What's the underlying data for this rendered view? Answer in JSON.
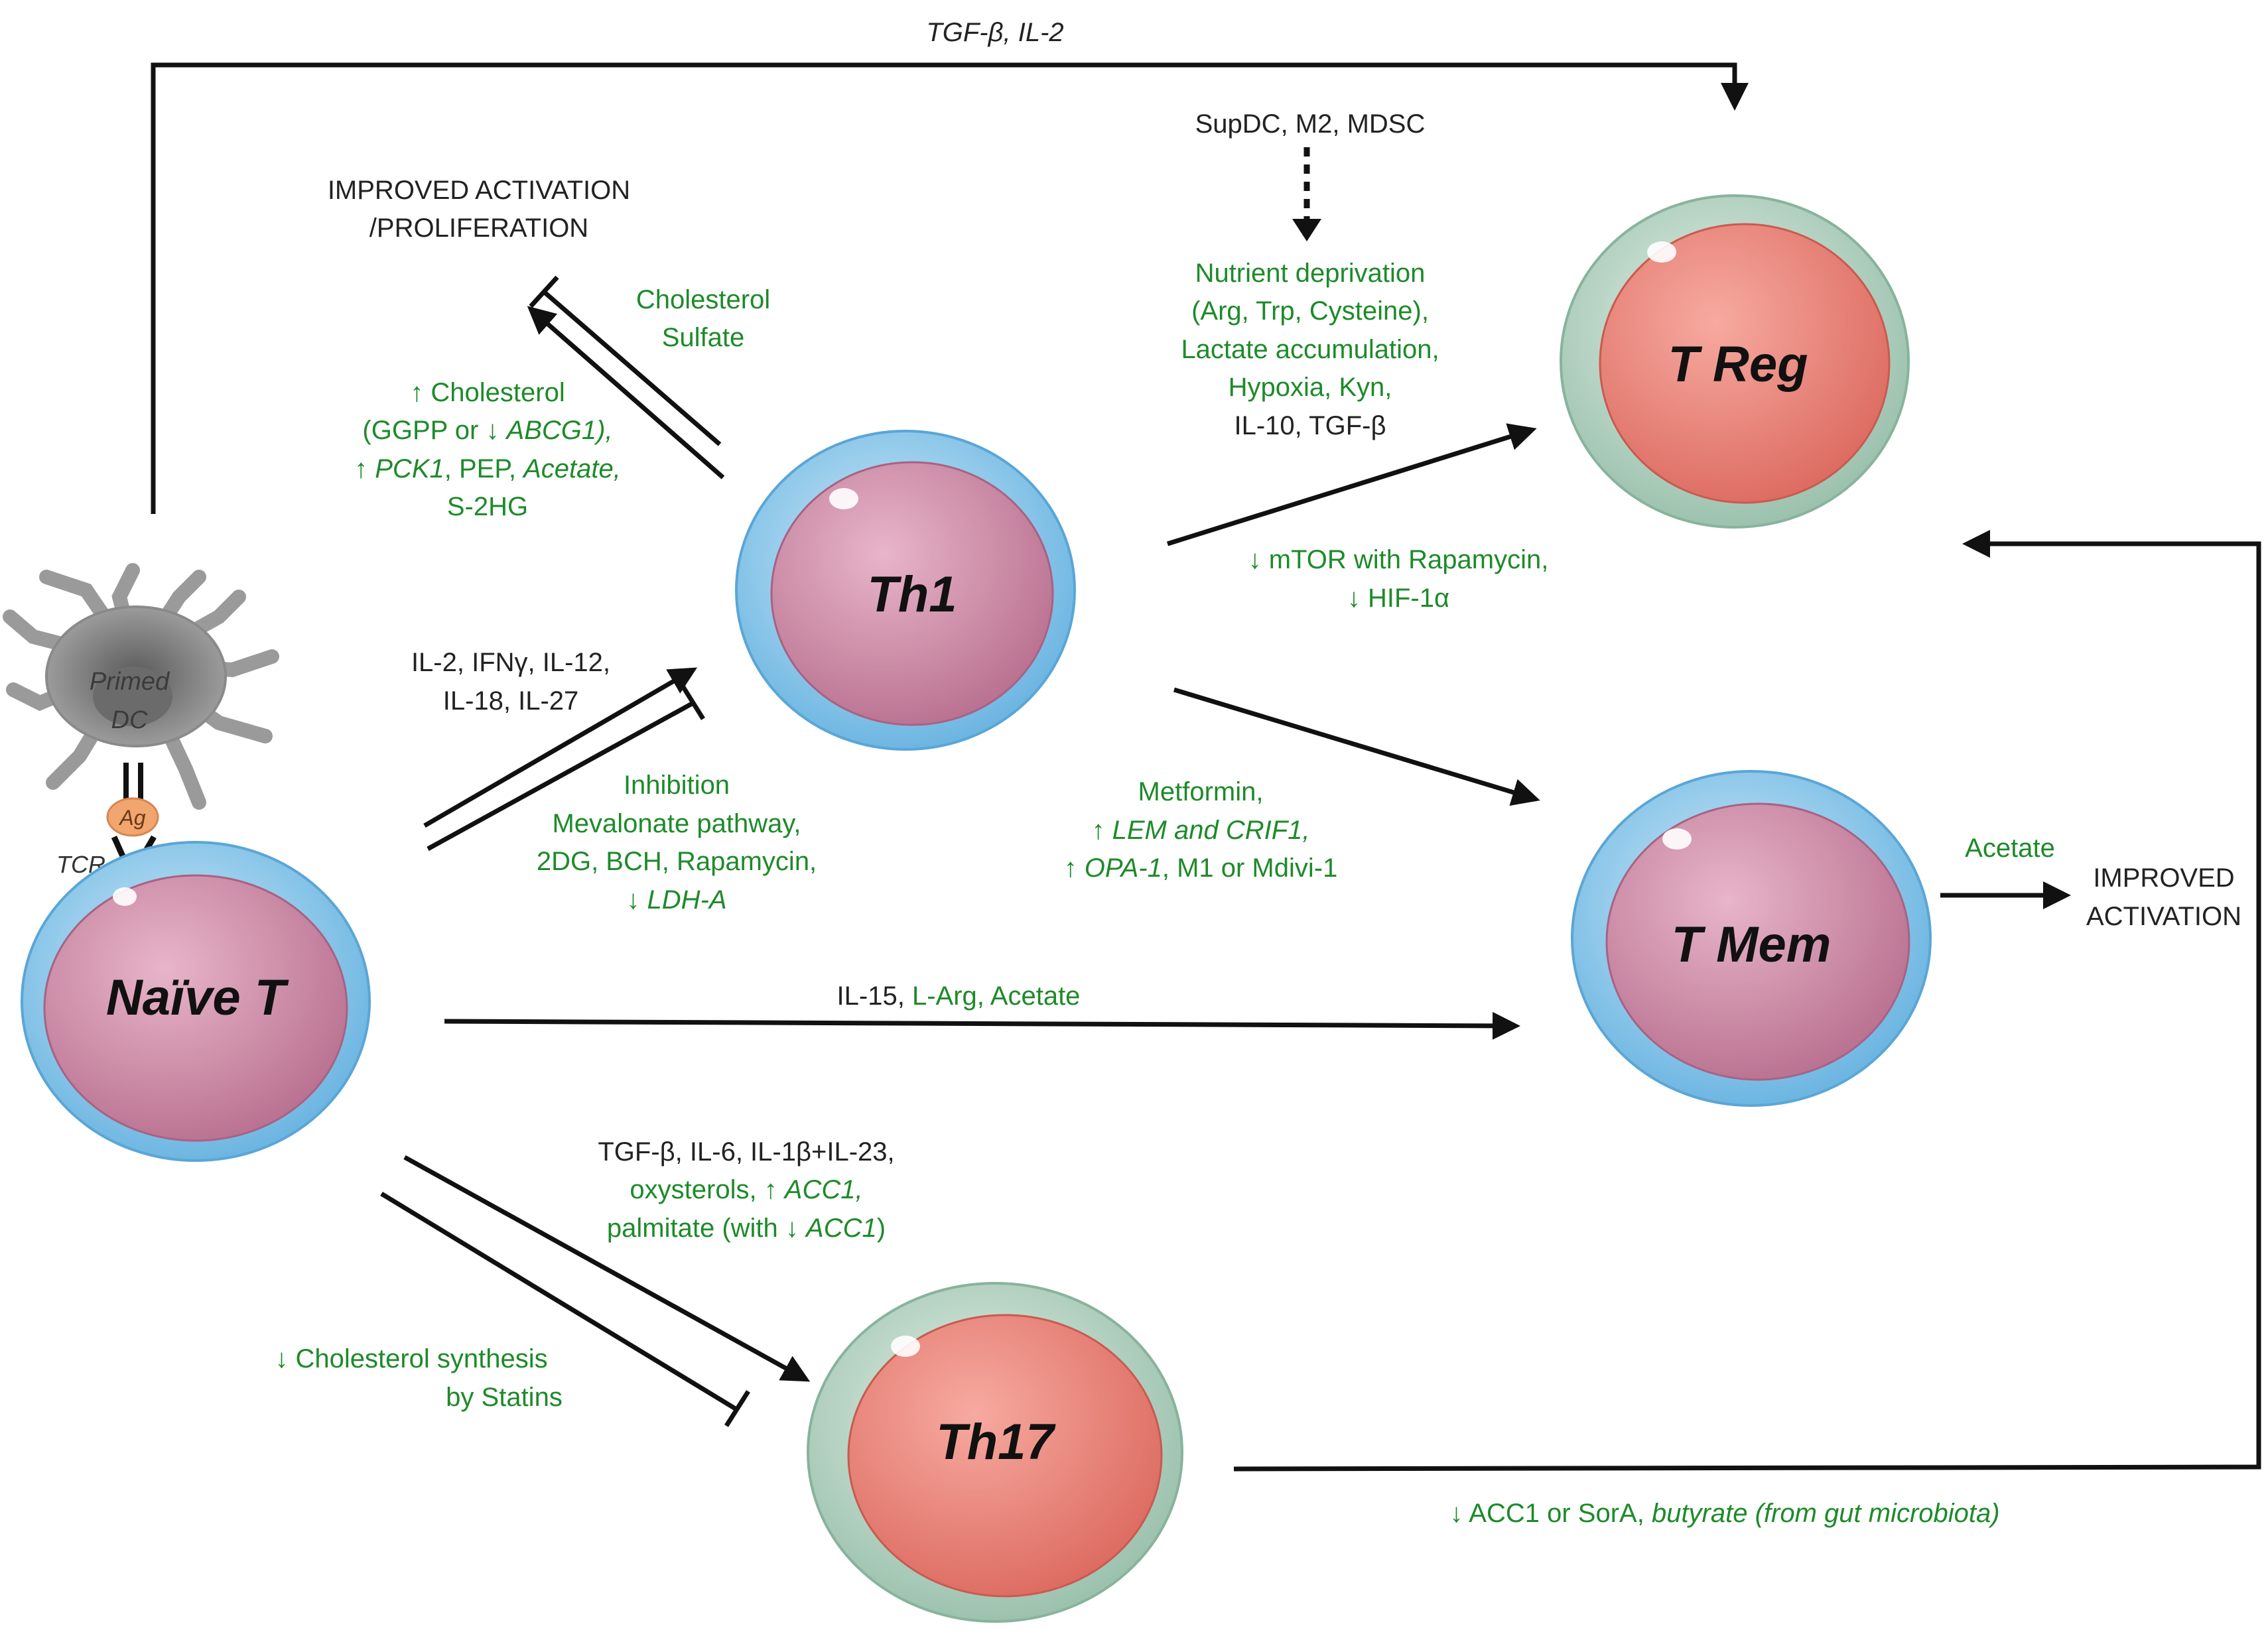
{
  "colors": {
    "label_black": "#222222",
    "label_green": "#1e8a2a",
    "cell_blue_membrane": "#7fc3e8",
    "cell_teal_membrane": "#a7cbb8",
    "nucleus_pink": "#c9829f",
    "nucleus_salmon": "#ec7c72",
    "dc_gray": "#9a9a9a",
    "antigen_orange": "#f2a66f"
  },
  "cells": {
    "naive": "Naïve T",
    "th1": "Th1",
    "treg": "T Reg",
    "tmem": "T Mem",
    "th17": "Th17"
  },
  "dc": {
    "line1": "Primed",
    "line2": "DC",
    "antigen": "Ag",
    "tcr": "TCR"
  },
  "labels": {
    "top": {
      "tgfb": "TGF-β,",
      "il2": "IL-2"
    },
    "improved_prolif": {
      "line1": "IMPROVED ACTIVATION",
      "line2": "/PROLIFERATION"
    },
    "chol_sulfate": {
      "line1": "Cholesterol",
      "line2": "Sulfate"
    },
    "th1_up": {
      "l1": "↑ Cholesterol",
      "l2a": "(GGPP or ↓ ",
      "l2b": "ABCG1),",
      "l3a": "↑ ",
      "l3b": "PCK1",
      "l3c": ", PEP, ",
      "l3d": "Acetate,",
      "l4": "S-2HG"
    },
    "th1_cytokines": {
      "l1": "IL-2, IFNγ, IL-12,",
      "l2": "IL-18, IL-27"
    },
    "th1_inhib": {
      "l1": "Inhibition",
      "l2": "Mevalonate pathway,",
      "l3": "2DG, BCH, Rapamycin,",
      "l4a": "↓ ",
      "l4b": "LDH-A"
    },
    "supdc": "SupDC, M2, MDSC",
    "treg_green": {
      "l1": "Nutrient deprivation",
      "l2": "(Arg, Trp, Cysteine),",
      "l3": "Lactate accumulation,",
      "l4": "Hypoxia, Kyn,"
    },
    "treg_black": "IL-10, TGF-β",
    "mtor": {
      "l1": "↓ mTOR with Rapamycin,",
      "l2": "↓ HIF-1α"
    },
    "metformin": {
      "l1": "Metformin,",
      "l2a": "↑ ",
      "l2b": "LEM and CRIF1,",
      "l3a": "↑ ",
      "l3b": "OPA-1",
      "l3c": ", M1 or Mdivi-1"
    },
    "acetate_mem": "Acetate",
    "improved_act": {
      "line1": "IMPROVED",
      "line2": "ACTIVATION"
    },
    "il15": {
      "a": "IL-15, ",
      "b": "L-Arg, Acetate"
    },
    "th17_up": {
      "l1": "TGF-β, IL-6, IL-1β+IL-23,",
      "l2a": "oxysterols, ↑ ",
      "l2b": "ACC1,",
      "l3a": "palmitate (with ↓ ",
      "l3b": "ACC1",
      "l3c": ")"
    },
    "statins": {
      "l1": "↓ Cholesterol synthesis",
      "l2": "by Statins"
    },
    "bottom": {
      "a": "↓ ACC1 or SorA, ",
      "b": "butyrate (from gut microbiota)"
    }
  }
}
